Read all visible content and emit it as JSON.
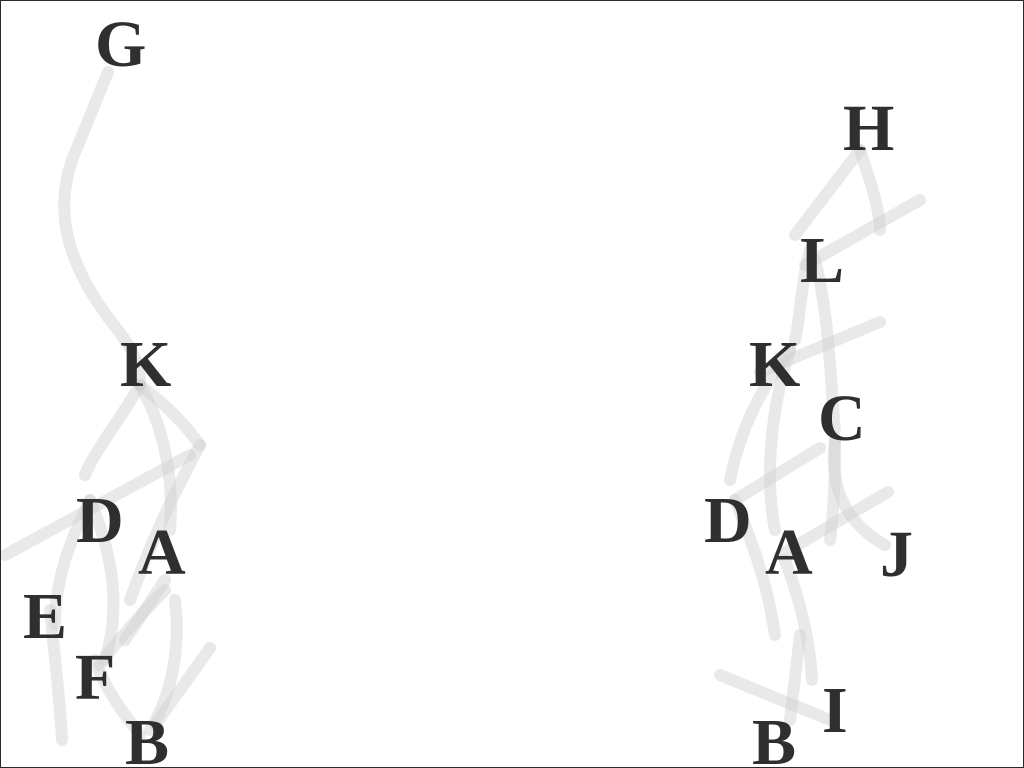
{
  "left_tree": {
    "labels": [
      "G",
      "K",
      "D",
      "A",
      "E",
      "F",
      "B"
    ]
  },
  "right_tree": {
    "labels": [
      "H",
      "L",
      "K",
      "C",
      "D",
      "A",
      "J",
      "I",
      "B"
    ]
  },
  "colors": {
    "letter": "#2f2f2f",
    "branch": "#cfcfcf",
    "background": "#ffffff",
    "border": "#2b2b2b"
  }
}
